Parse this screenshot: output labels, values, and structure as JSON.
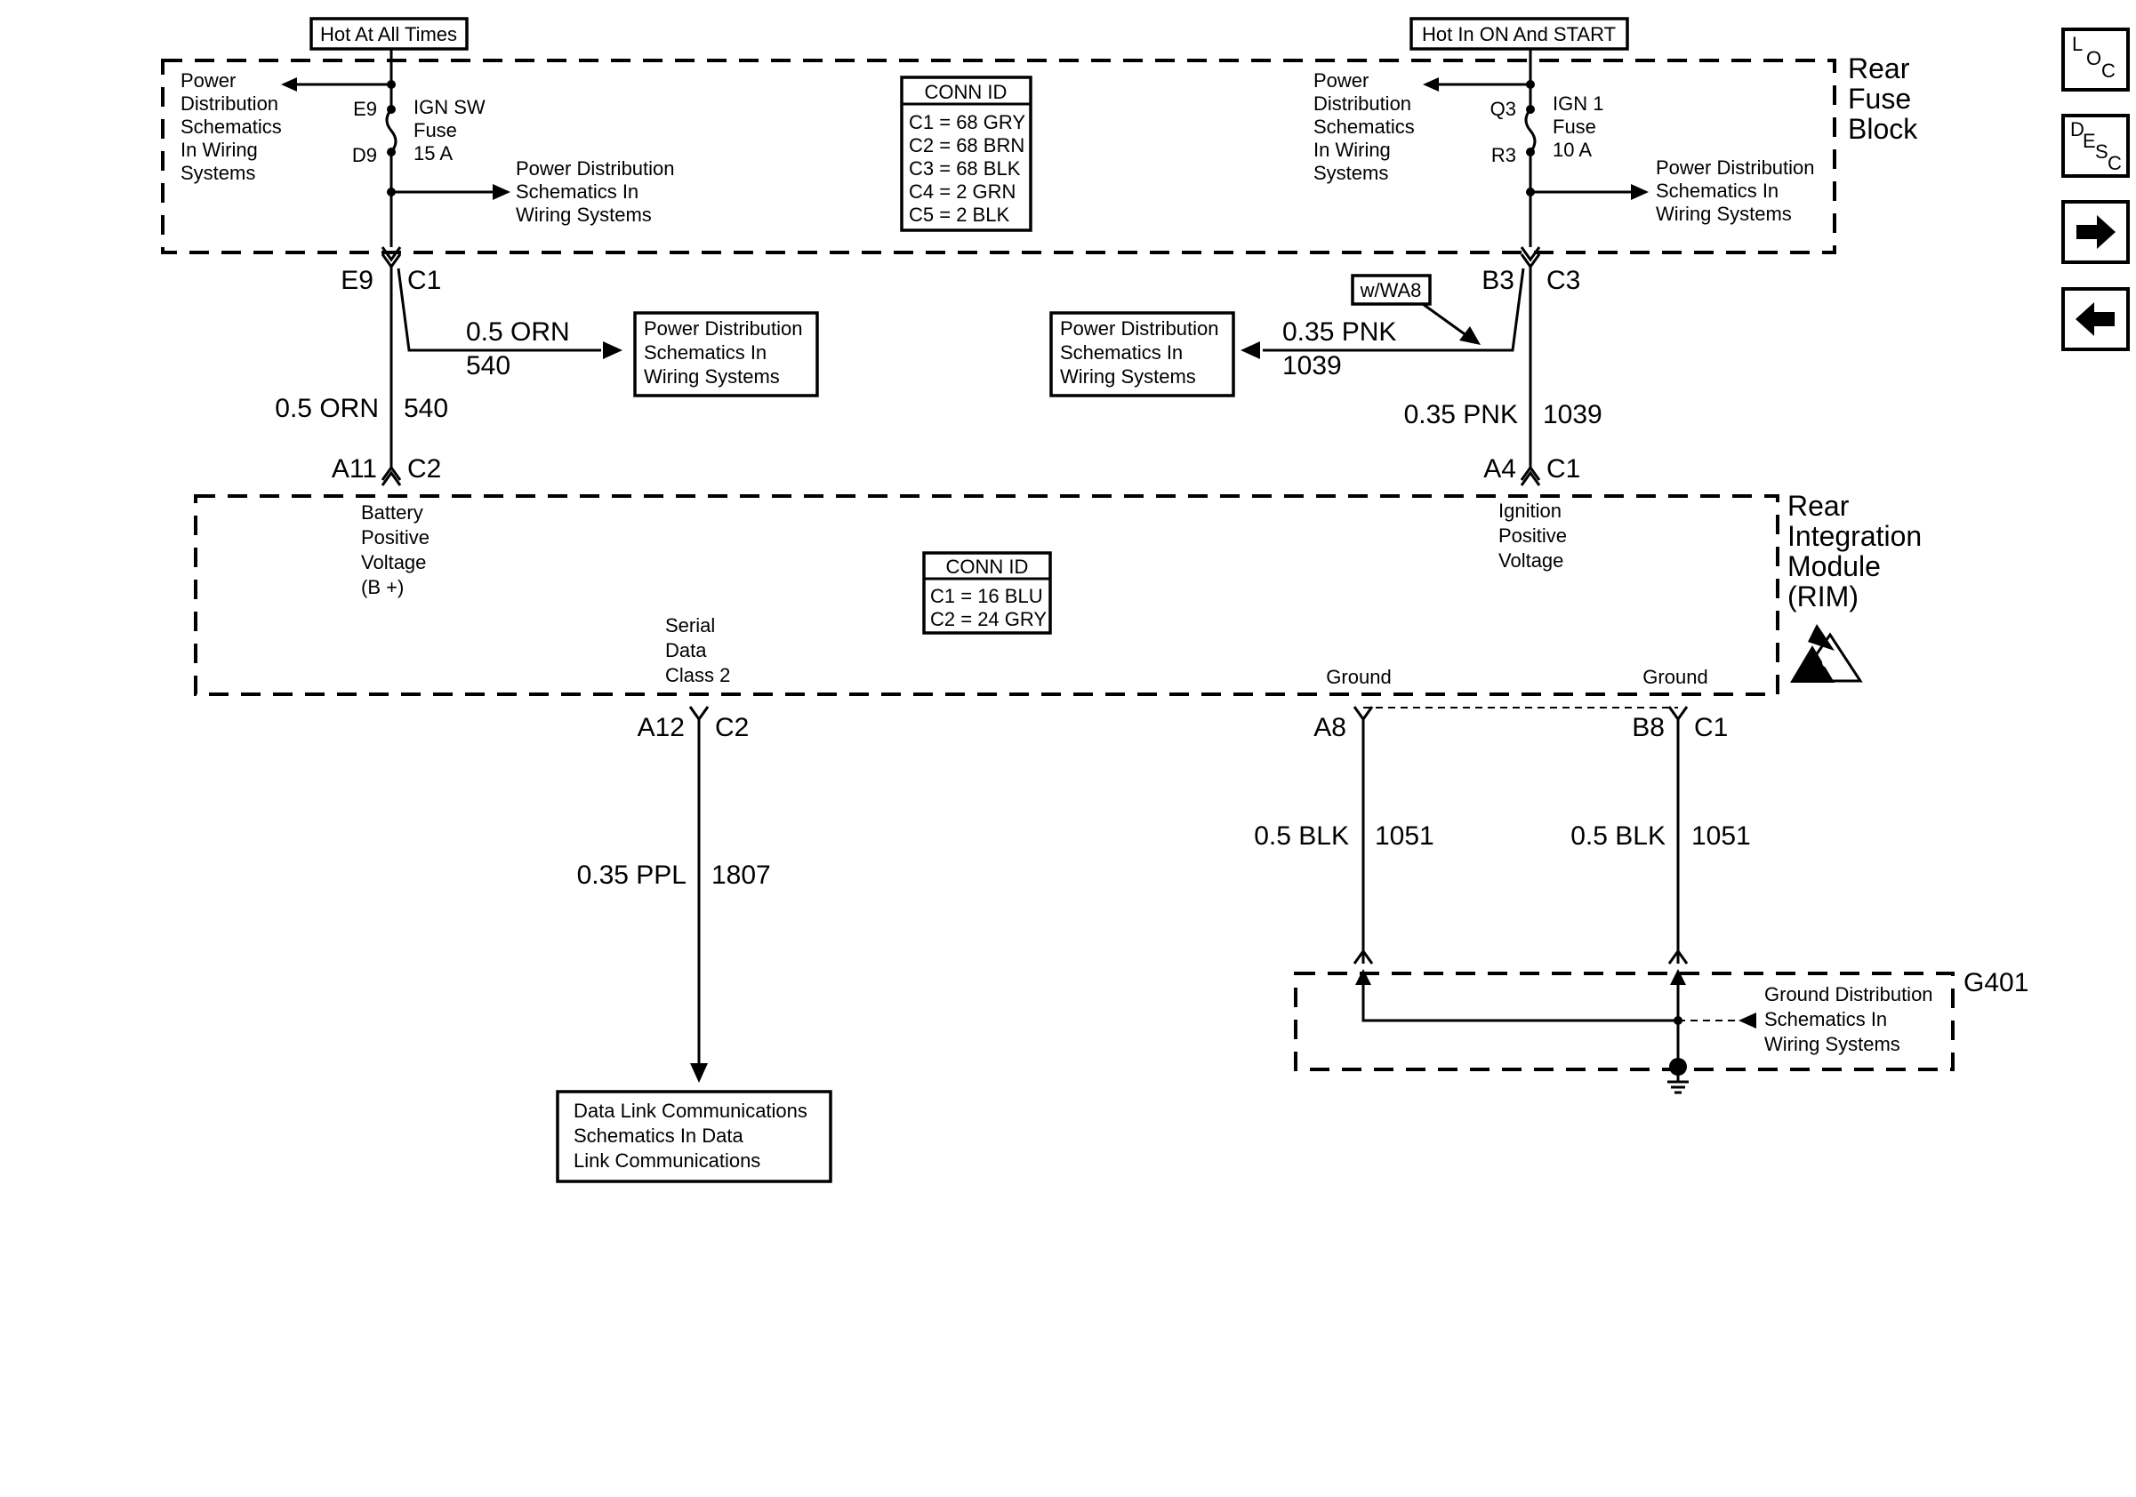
{
  "rear_fuse_block": {
    "label": [
      "Rear",
      "Fuse",
      "Block"
    ],
    "hot_label_left": "Hot At All Times",
    "hot_label_right": "Hot In ON And START",
    "conn_id": {
      "title": "CONN ID",
      "rows": [
        "C1 = 68 GRY",
        "C2 = 68 BRN",
        "C3 = 68 BLK",
        "C4 = 2 GRN",
        "C5 = 2 BLK"
      ]
    },
    "left_fuse": {
      "pin_top": "E9",
      "pin_bottom": "D9",
      "name": [
        "IGN SW",
        "Fuse",
        "15 A"
      ],
      "feed_text": [
        "Power",
        "Distribution",
        "Schematics",
        "In Wiring",
        "Systems"
      ],
      "out_text": [
        "Power Distribution",
        "Schematics In",
        "Wiring Systems"
      ]
    },
    "right_fuse": {
      "pin_top": "Q3",
      "pin_bottom": "R3",
      "name": [
        "IGN 1",
        "Fuse",
        "10 A"
      ],
      "feed_text": [
        "Power",
        "Distribution",
        "Schematics",
        "In Wiring",
        "Systems"
      ],
      "out_text": [
        "Power Distribution",
        "Schematics In",
        "Wiring Systems"
      ]
    }
  },
  "connectors": {
    "left_top": {
      "pin": "E9",
      "conn": "C1"
    },
    "right_top": {
      "pin": "B3",
      "conn": "C3"
    },
    "left_rim": {
      "pin": "A11",
      "conn": "C2"
    },
    "right_rim": {
      "pin": "A4",
      "conn": "C1"
    },
    "serial": {
      "pin": "A12",
      "conn": "C2"
    },
    "ground_a": {
      "pin": "A8"
    },
    "ground_b": {
      "pin": "B8",
      "conn": "C1"
    }
  },
  "wires": {
    "left_branch": {
      "gauge": "0.5 ORN",
      "circuit": "540"
    },
    "left_main": {
      "gauge": "0.5 ORN",
      "circuit": "540"
    },
    "right_branch": {
      "gauge": "0.35 PNK",
      "circuit": "1039"
    },
    "right_main": {
      "gauge": "0.35 PNK",
      "circuit": "1039"
    },
    "serial": {
      "gauge": "0.35 PPL",
      "circuit": "1807"
    },
    "ground_a": {
      "gauge": "0.5 BLK",
      "circuit": "1051"
    },
    "ground_b": {
      "gauge": "0.5 BLK",
      "circuit": "1051"
    }
  },
  "option_tag": "w/WA8",
  "ref_boxes": {
    "left_branch": [
      "Power Distribution",
      "Schematics In",
      "Wiring Systems"
    ],
    "right_branch": [
      "Power Distribution",
      "Schematics In",
      "Wiring Systems"
    ],
    "data_link": [
      "Data Link Communications",
      "Schematics In Data",
      "Link Communications"
    ]
  },
  "rim": {
    "label": [
      "Rear",
      "Integration",
      "Module",
      "(RIM)"
    ],
    "conn_id": {
      "title": "CONN ID",
      "rows": [
        "C1 = 16 BLU",
        "C2 = 24 GRY"
      ]
    },
    "battery_text": [
      "Battery",
      "Positive",
      "Voltage",
      "(B +)"
    ],
    "ignition_text": [
      "Ignition",
      "Positive",
      "Voltage"
    ],
    "serial_text": [
      "Serial",
      "Data",
      "Class 2"
    ],
    "ground_a_text": "Ground",
    "ground_b_text": "Ground"
  },
  "ground": {
    "label": "G401",
    "text": [
      "Ground Distribution",
      "Schematics In",
      "Wiring Systems"
    ]
  },
  "nav": {
    "loc": [
      "L",
      "O",
      "C"
    ],
    "desc": [
      "D",
      "E",
      "S",
      "C"
    ]
  }
}
